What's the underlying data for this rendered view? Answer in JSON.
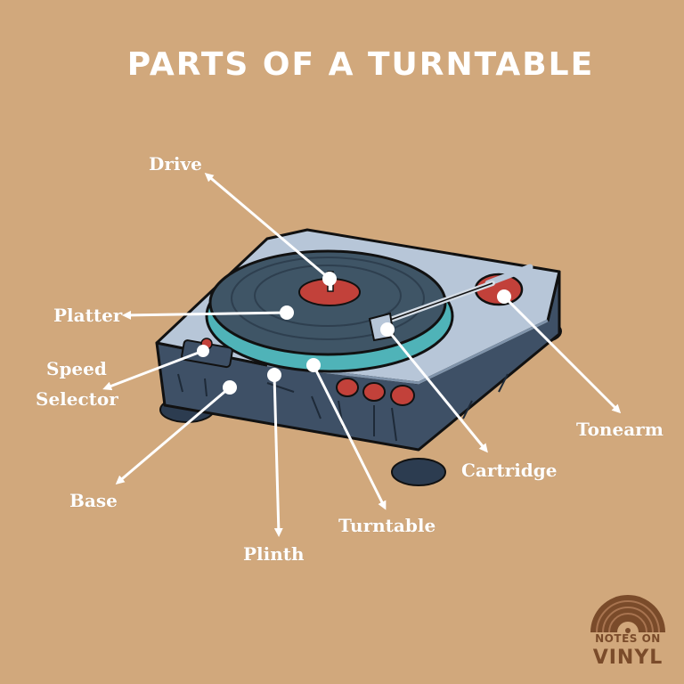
{
  "title": "PARTS OF A TURNTABLE",
  "labels": {
    "drive": "Drive",
    "platter": "Platter",
    "speed_selector_1": "Speed",
    "speed_selector_2": "Selector",
    "base": "Base",
    "plinth": "Plinth",
    "turntable": "Turntable",
    "cartridge": "Cartridge",
    "tonearm": "Tonearm"
  },
  "logo": {
    "line1": "NOTES ON",
    "line2": "VINYL"
  },
  "colors": {
    "background": "#d1a87c",
    "body_light": "#b7c6d8",
    "body_dark": "#3e5066",
    "record": "#3f5566",
    "label_red": "#c2413a",
    "platter_ring": "#4fb3b8",
    "logo_brown": "#7a4b2a",
    "pointer": "#ffffff"
  }
}
